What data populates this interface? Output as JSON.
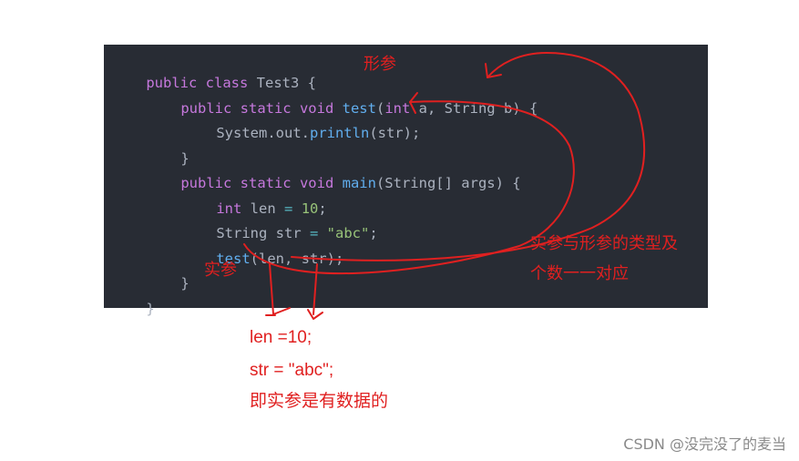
{
  "code": {
    "line1": {
      "t0": "public class ",
      "t1": "Test3 {"
    },
    "line2": {
      "t0": "public static void ",
      "t1": "test",
      "t2": "(",
      "t3": "int",
      "t4": " a, String b) {"
    },
    "line3": {
      "t0": "System.out.",
      "t1": "println",
      "t2": "(str);"
    },
    "line4": {
      "t0": "}"
    },
    "line5": {
      "t0": "public static void ",
      "t1": "main",
      "t2": "(String[] args) {"
    },
    "line6": {
      "t0": "int",
      "t1": " len ",
      "t2": "=",
      "t3": " ",
      "t4": "10",
      "t5": ";"
    },
    "line7": {
      "t0": "String str ",
      "t1": "=",
      "t2": " ",
      "t3": "\"abc\"",
      "t4": ";"
    },
    "line8": {
      "t0": "test",
      "t1": "(len, str);"
    },
    "line9": {
      "t0": "}"
    },
    "line10": {
      "t0": "}"
    }
  },
  "annotations": {
    "formal_params": "形参",
    "actual_params": "实参",
    "match_note_1": "实参与形参的类型及",
    "match_note_2": "个数一一对应"
  },
  "notes": {
    "line1": "len =10;",
    "line2": "str = \"abc\";",
    "line3": "即实参是有数据的"
  },
  "watermark": "CSDN @没完没了的麦当",
  "colors": {
    "code_bg": "#282c34",
    "keyword": "#c678dd",
    "function": "#61aeee",
    "literal": "#98c379",
    "annotation": "#e02020"
  }
}
